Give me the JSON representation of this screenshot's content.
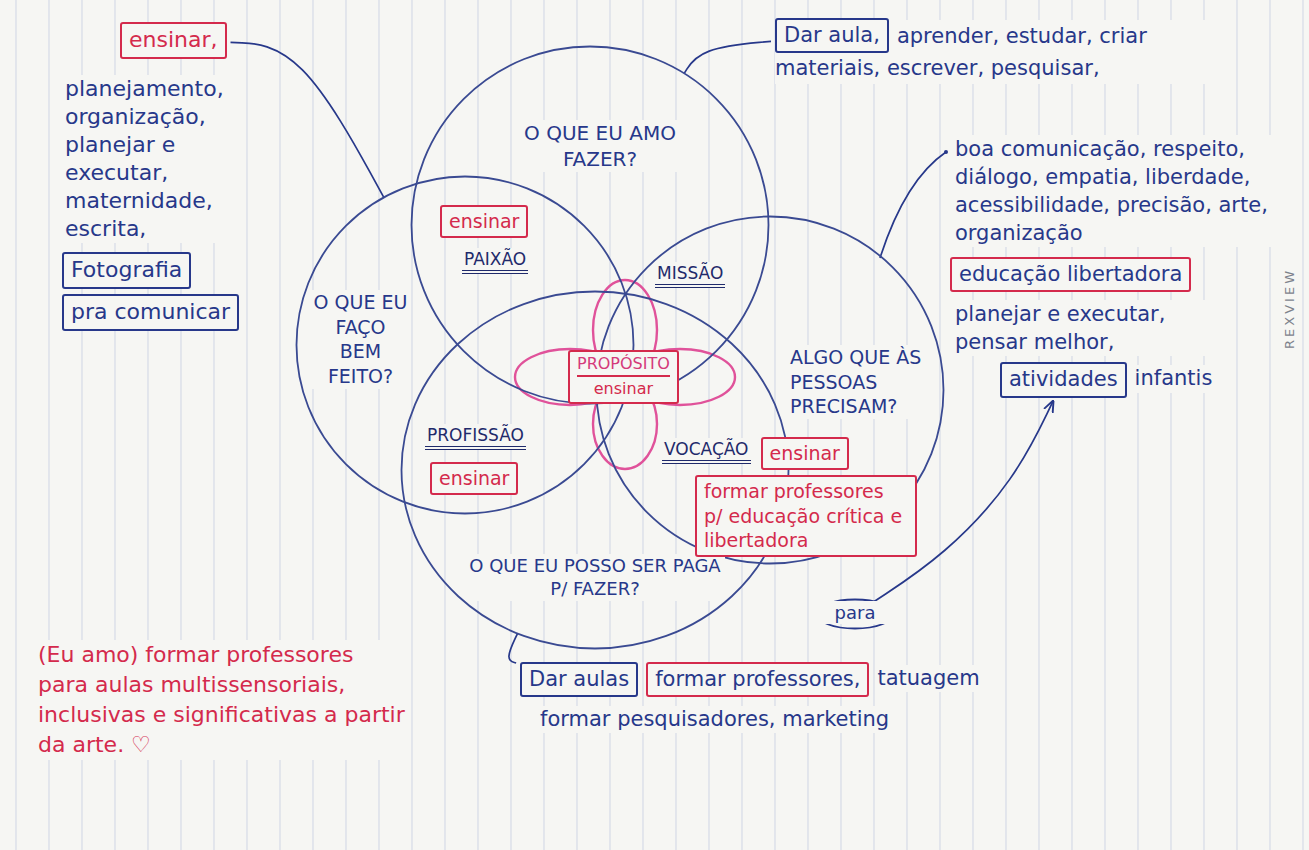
{
  "diagram": {
    "nodes": [
      {
        "text": [
          "O QUE EU AMO FAZER?"
        ]
      },
      {
        "text": [
          "O QUE EU FAÇO BEM FEITO?"
        ]
      },
      {
        "text": [
          "ALGO QUE ÀS PESSOAS PRECISAM?"
        ]
      },
      {
        "text": [
          "O QUE EU POSSO SER PAGA P/ FAZER?"
        ]
      },
      {
        "text": [
          "PROPÓSITO",
          "ensinar"
        ]
      },
      {
        "text": [
          "ensinar"
        ]
      },
      {
        "text": [
          "ensinar"
        ]
      },
      {
        "text": [
          "ensinar"
        ]
      },
      {
        "text": [
          "Dar aula,"
        ]
      },
      {
        "text": [
          "ensinar,"
        ]
      },
      {
        "text": [
          "Fotografia"
        ]
      },
      {
        "text": [
          "pra comunicar"
        ]
      },
      {
        "text": [
          "educação libertadora"
        ]
      },
      {
        "text": [
          "atividades"
        ]
      },
      {
        "text": [
          "formar professores p/ educação crítica e libertadora"
        ]
      },
      {
        "text": [
          "para"
        ]
      },
      {
        "text": [
          "Dar aulas"
        ]
      },
      {
        "text": [
          "formar professores,"
        ]
      }
    ],
    "edges": [
      {
        "from": 0,
        "to": 8,
        "arrow": "none"
      },
      {
        "from": 9,
        "to": 1,
        "arrow": "none"
      },
      {
        "from": 3,
        "to": 16,
        "arrow": "none"
      },
      {
        "from": 15,
        "to": 13,
        "arrow": "to"
      }
    ],
    "labels": [
      "PAIXÃO",
      "MISSÃO",
      "PROFISSÃO",
      "VOCAÇÃO",
      "aprender, estudar, criar materiais, escrever, pesquisar,",
      "planejamento, organização, planejar e executar, maternidade, escrita,",
      "boa comunicação, respeito, diálogo, empatia, liberdade, acessibilidade, precisão, arte, organização",
      "planejar e executar, pensar melhor,",
      "infantis",
      "tatuagem",
      "formar pesquisadores, marketing",
      "(Eu amo) formar professores para aulas multissensoriais, inclusivas e significativas a partir da arte. ♡",
      "REXVIEW"
    ]
  }
}
